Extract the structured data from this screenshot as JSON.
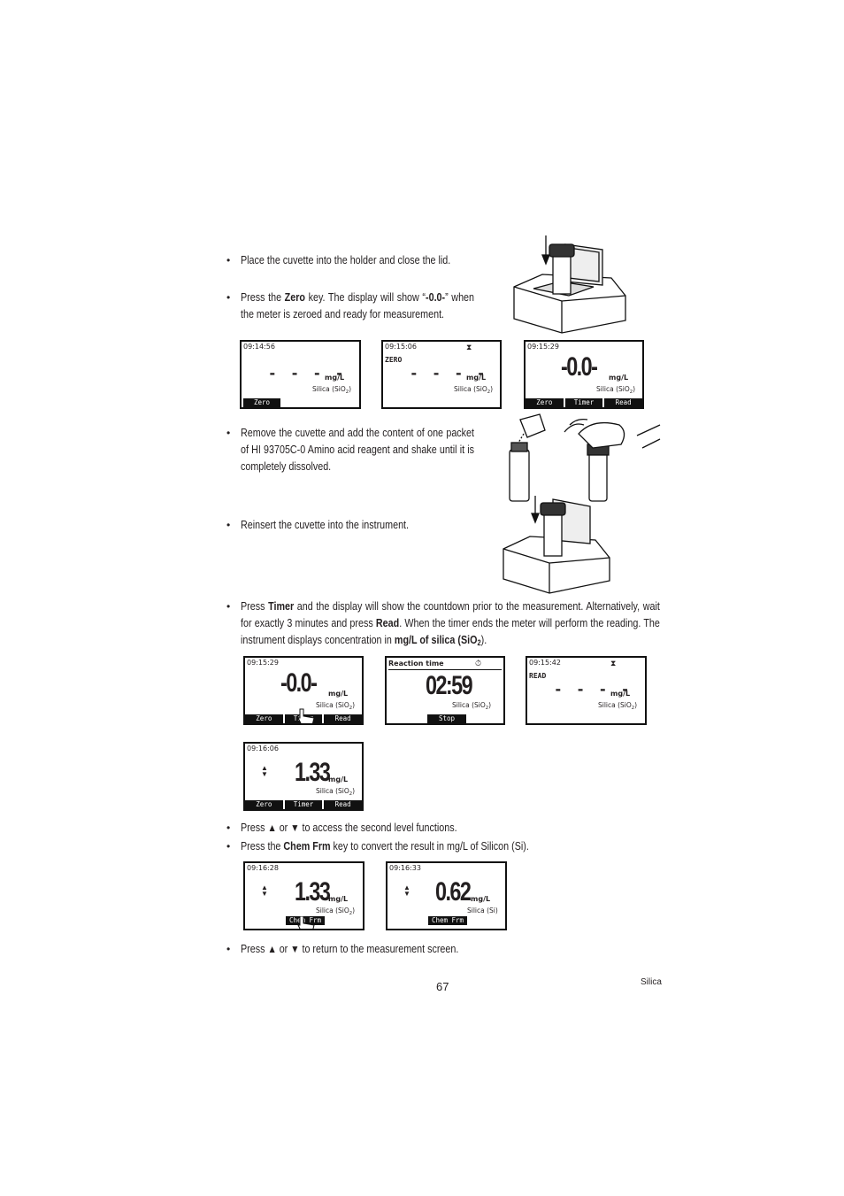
{
  "steps": {
    "s1": "Place the cuvette into the holder and close the lid.",
    "s2_pre": "Press the ",
    "s2_key": "Zero",
    "s2_mid": " key. The display will show “",
    "s2_disp": "-0.0-",
    "s2_post": "” when the meter is zeroed and ready for measurement.",
    "s3": "Remove the cuvette and add the content of one packet of HI 93705C-0 Amino acid reagent and shake until it is completely dissolved.",
    "s4": "Reinsert the cuvette into the instrument.",
    "s5_a": "Press ",
    "s5_timer": "Timer",
    "s5_b": " and the display will show the countdown prior to the measurement. Alternatively, wait for exactly 3 minutes and press ",
    "s5_read": "Read",
    "s5_c": ". When the timer ends the meter will perform the reading. The instrument displays concentration in ",
    "s5_unit": "mg/L of silica (SiO",
    "s5_sub": "2",
    "s5_end": ").",
    "s6_a": "Press",
    "s6_or": "or",
    "s6_b": "to access the second level functions.",
    "s7_a": "Press the ",
    "s7_key": "Chem Frm",
    "s7_b": " key to convert the result in mg/L of Silicon (Si).",
    "s8_a": "Press",
    "s8_or": "or",
    "s8_b": "to return to the measurement screen."
  },
  "displays": {
    "d1": {
      "time": "09:14:56",
      "dashes": "- - - -",
      "unit": "mg/L",
      "param": "Silica (SiO",
      "sub": "2",
      "key": "Zero"
    },
    "d2": {
      "time": "09:15:06",
      "label": "ZERO",
      "dashes": "- - - -",
      "unit": "mg/L",
      "param": "Silica (SiO",
      "sub": "2"
    },
    "d3": {
      "time": "09:15:29",
      "value": "-0.0-",
      "unit": "mg/L",
      "param": "Silica (SiO",
      "sub": "2",
      "keys": [
        "Zero",
        "Timer",
        "Read"
      ]
    },
    "d4": {
      "time": "09:15:29",
      "value": "-0.0-",
      "unit": "mg/L",
      "param": "Silica (SiO",
      "sub": "2",
      "keys": [
        "Zero",
        "Timer",
        "Read"
      ]
    },
    "d5": {
      "label": "Reaction time",
      "value": "02:59",
      "param": "Silica (SiO",
      "sub": "2",
      "key": "Stop"
    },
    "d6": {
      "time": "09:15:42",
      "label": "READ",
      "dashes": "- - - -",
      "unit": "mg/L",
      "param": "Silica (SiO",
      "sub": "2"
    },
    "d7": {
      "time": "09:16:06",
      "value": "1.33",
      "unit": "mg/L",
      "param": "Silica (SiO",
      "sub": "2",
      "keys": [
        "Zero",
        "Timer",
        "Read"
      ]
    },
    "d8": {
      "time": "09:16:28",
      "value": "1.33",
      "unit": "mg/L",
      "param": "Silica (SiO",
      "sub": "2",
      "key": "Chem Frm"
    },
    "d9": {
      "time": "09:16:33",
      "value": "0.62",
      "unit": "mg/L",
      "param": "Silica (Si)",
      "key": "Chem Frm"
    }
  },
  "footer": {
    "page_number": "67",
    "section": "Silica"
  }
}
